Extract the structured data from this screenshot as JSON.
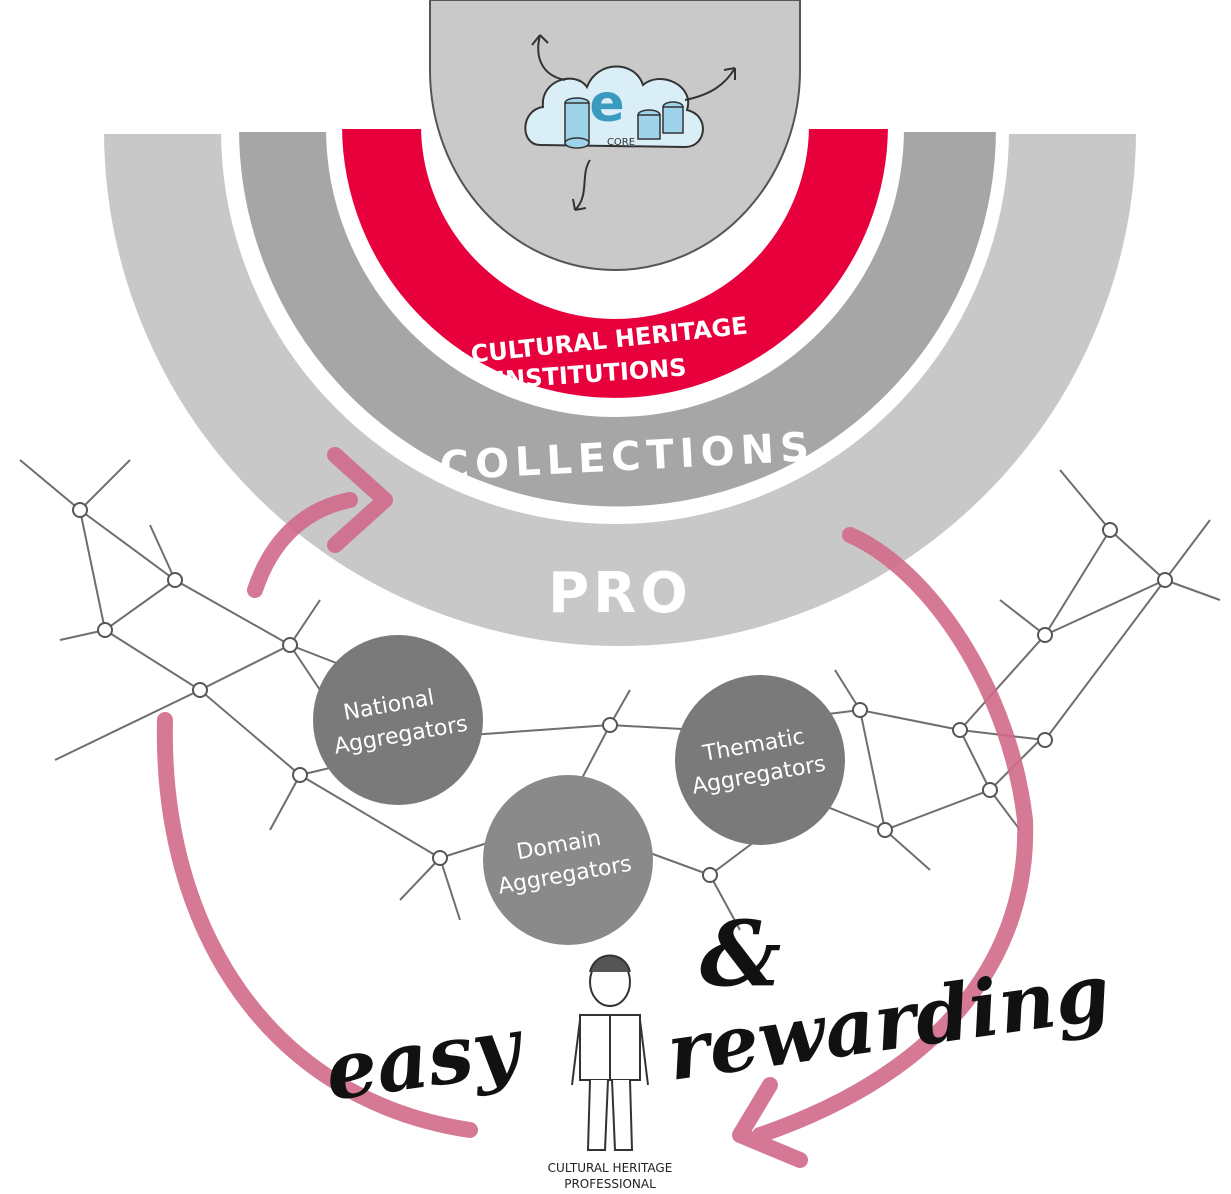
{
  "diagram": {
    "core": {
      "badge_label": "CORE",
      "logo_letter": "e"
    },
    "rings": {
      "institutions_line1": "CULTURAL HERITAGE",
      "institutions_line2": "INSTITUTIONS",
      "collections": "COLLECTIONS",
      "pro": "PRO"
    },
    "aggregators": {
      "national_line1": "National",
      "national_line2": "Aggregators",
      "thematic_line1": "Thematic",
      "thematic_line2": "Aggregators",
      "domain_line1": "Domain",
      "domain_line2": "Aggregators"
    },
    "slogan": {
      "easy": "easy",
      "ampersand": "&",
      "rewarding": "rewarding"
    },
    "professional": {
      "line1": "CULTURAL HERITAGE",
      "line2": "PROFESSIONAL"
    },
    "colors": {
      "red": "#e8003d",
      "light_gray": "#c8c8c8",
      "mid_gray": "#a6a6a6",
      "dark_gray": "#7a7a7a",
      "pink_arrow": "#d06a8a",
      "core_fill": "#c9c9c9",
      "cloud_blue": "#9fd3ea"
    },
    "icons": [
      "cloud-database-icon",
      "arrow-icon",
      "network-icon",
      "person-icon"
    ]
  }
}
